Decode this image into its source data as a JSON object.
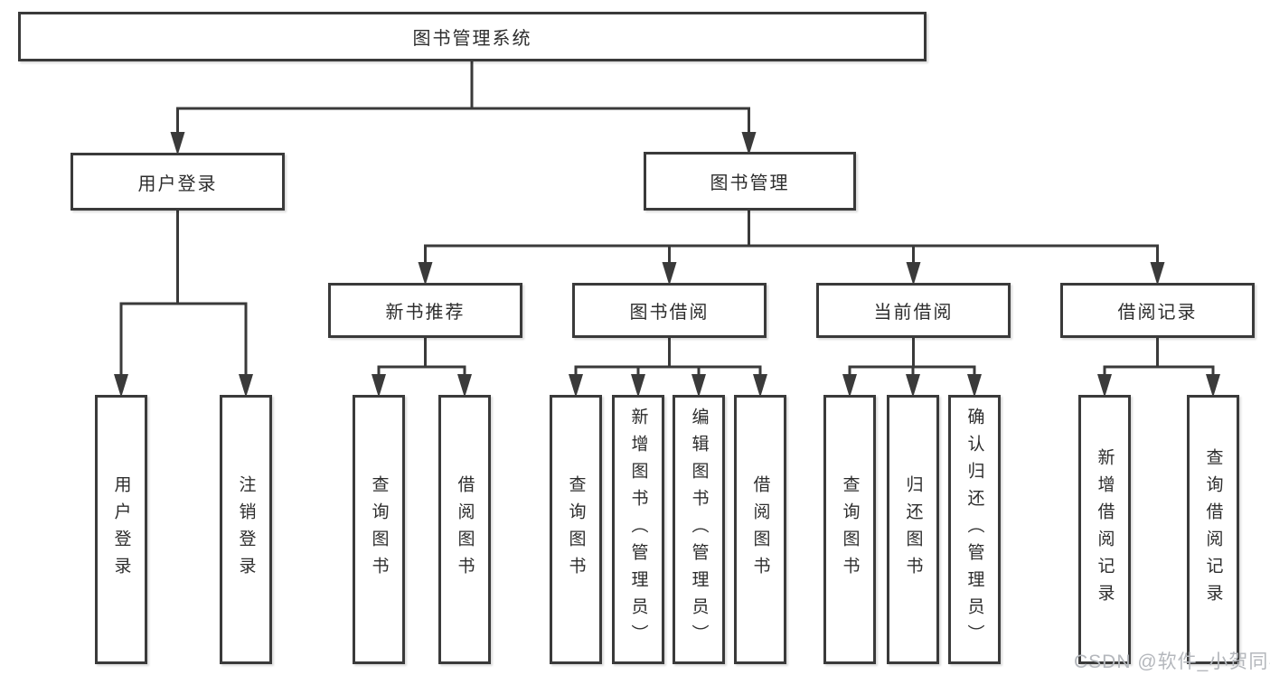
{
  "colors": {
    "line": "#3a3a3a",
    "box_border": "#3a3a3a",
    "box_background": "#ffffff",
    "text": "#2d2d2d",
    "watermark_text": "#b4b7bc",
    "background": "#ffffff"
  },
  "diagram": {
    "type": "hierarchy-tree",
    "root": {
      "label": "图书管理系统",
      "children": [
        {
          "label": "用户登录",
          "children": [
            {
              "label": "用户登录"
            },
            {
              "label": "注销登录"
            }
          ]
        },
        {
          "label": "图书管理",
          "children": [
            {
              "label": "新书推荐",
              "children": [
                {
                  "label": "查询图书"
                },
                {
                  "label": "借阅图书"
                }
              ]
            },
            {
              "label": "图书借阅",
              "children": [
                {
                  "label": "查询图书"
                },
                {
                  "label": "新增图书（管理员）"
                },
                {
                  "label": "编辑图书（管理员）"
                },
                {
                  "label": "借阅图书"
                }
              ]
            },
            {
              "label": "当前借阅",
              "children": [
                {
                  "label": "查询图书"
                },
                {
                  "label": "归还图书"
                },
                {
                  "label": "确认归还（管理员）"
                }
              ]
            },
            {
              "label": "借阅记录",
              "children": [
                {
                  "label": "新增借阅记录"
                },
                {
                  "label": "查询借阅记录"
                }
              ]
            }
          ]
        }
      ]
    }
  },
  "watermark": {
    "text": "CSDN @软件_小贺同学"
  }
}
